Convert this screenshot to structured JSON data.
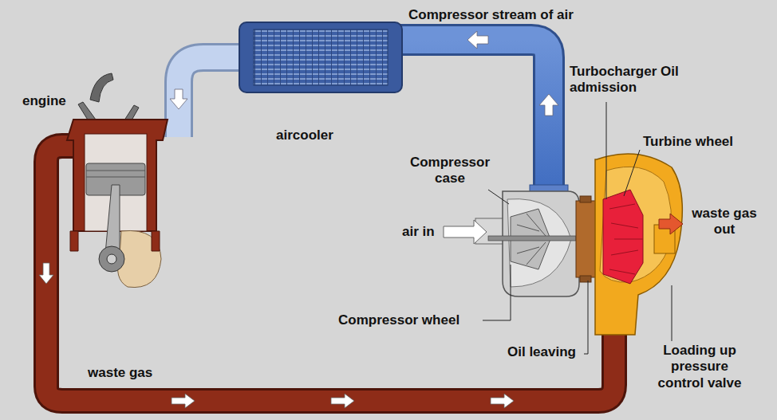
{
  "diagram": {
    "labels": [
      "Compressor stream of air",
      "Turbocharger Oil admission",
      "engine",
      "aircooler",
      "Turbine wheel",
      "Compressor case",
      "waste gas out",
      "air in",
      "Compressor wheel",
      "Oil leaving",
      "Loading up pressure control valve",
      "waste gas"
    ]
  }
}
